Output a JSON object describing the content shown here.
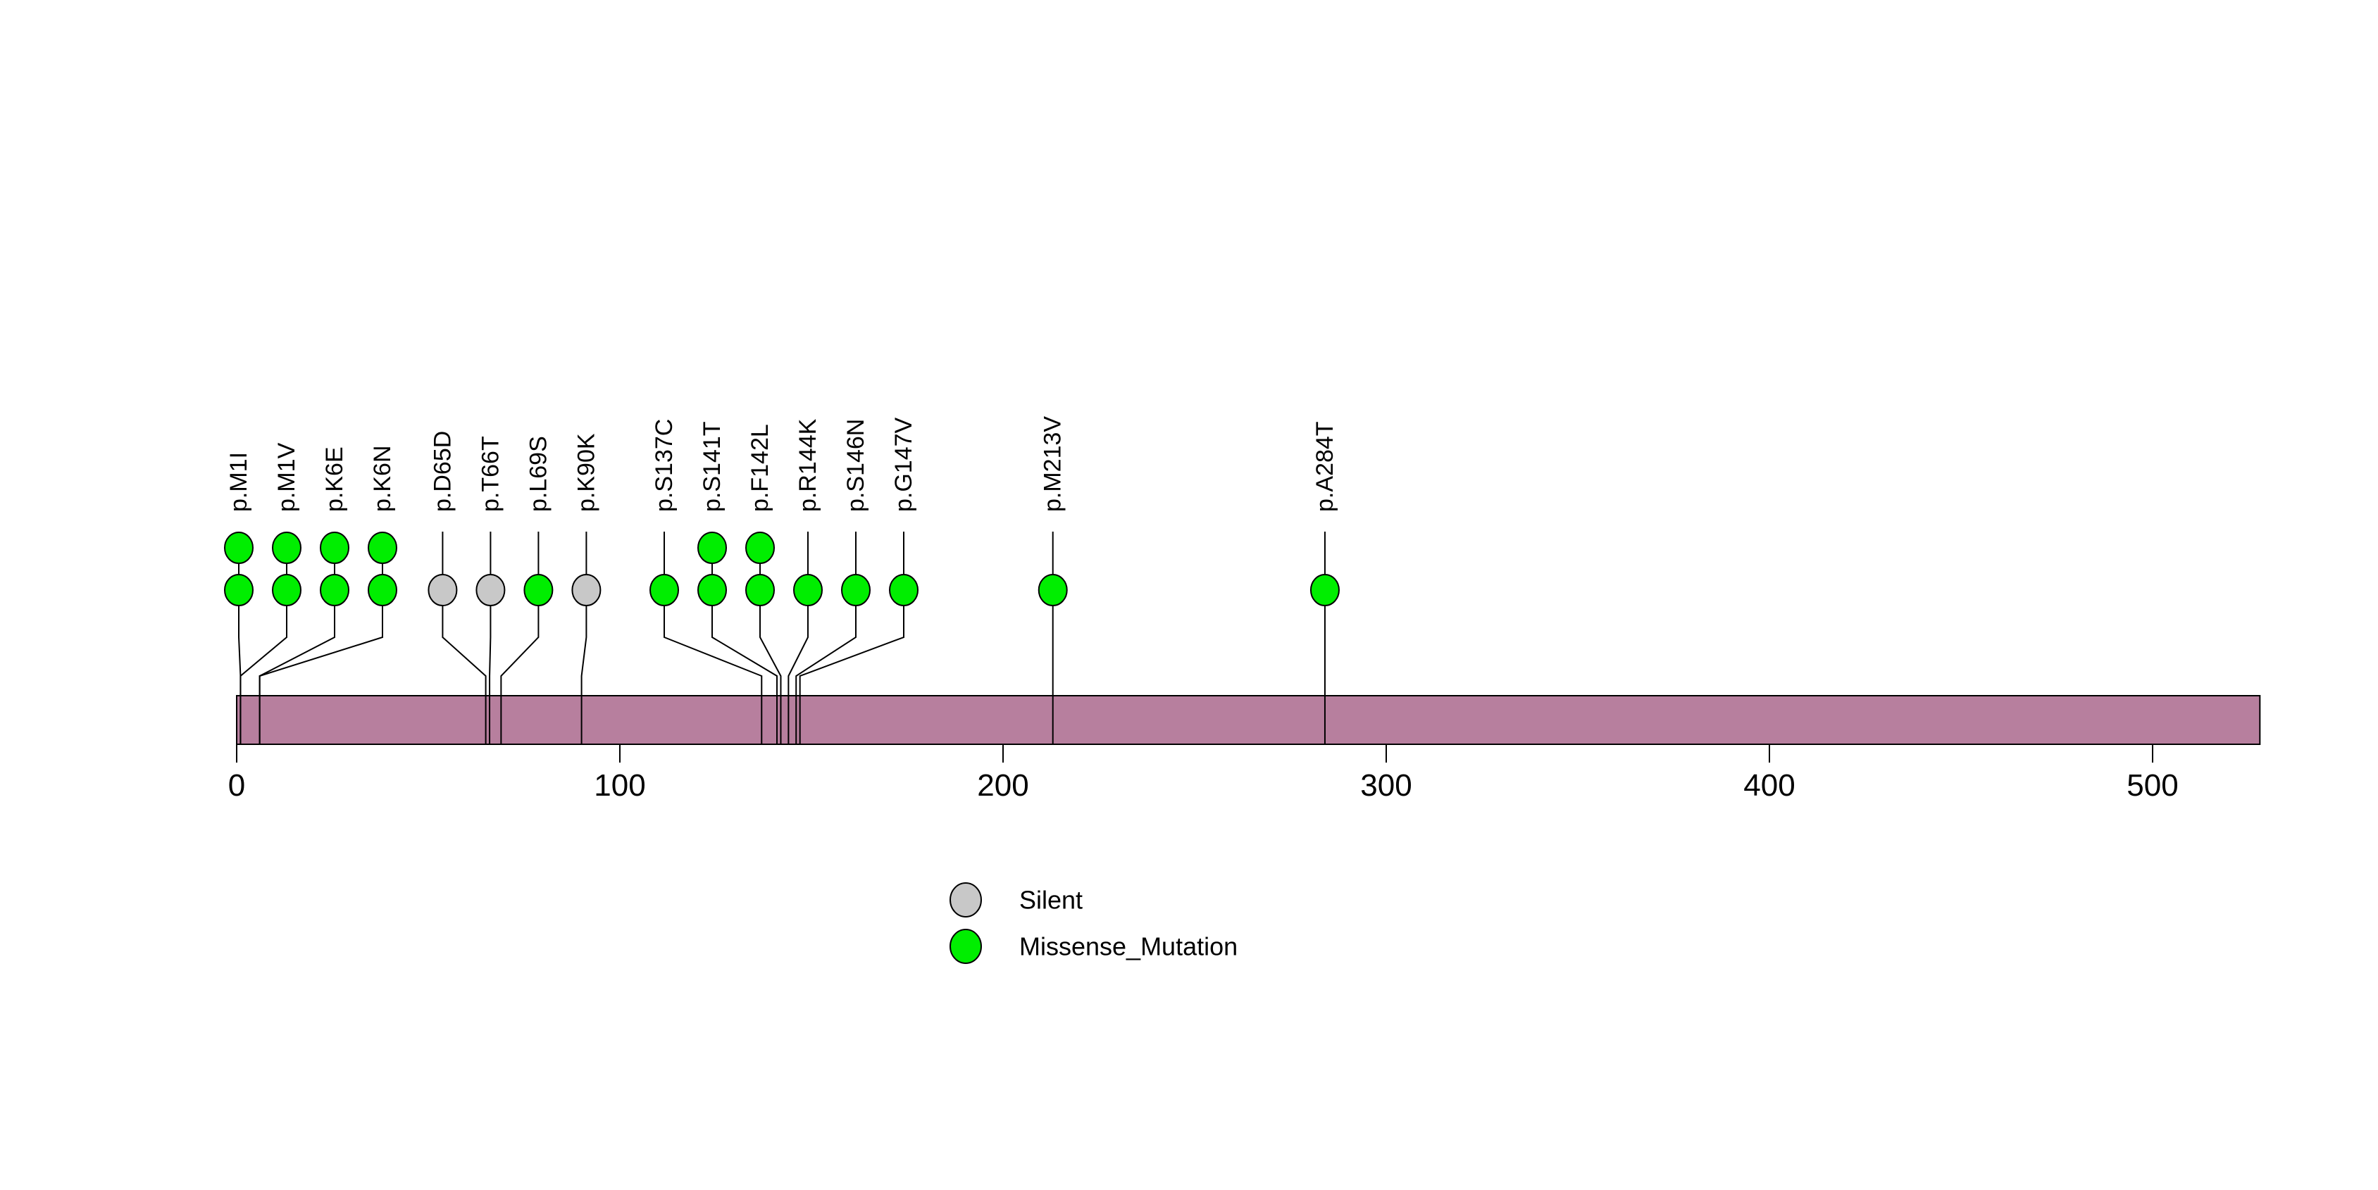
{
  "chart_data": {
    "type": "lollipop",
    "title": "",
    "xlabel": "",
    "ylabel": "",
    "protein_length": 528,
    "xlim": [
      0,
      528
    ],
    "x_ticks": [
      0,
      100,
      200,
      300,
      400,
      500
    ],
    "grid": false,
    "legend_position": "bottom-center",
    "mutations": [
      {
        "label": "p.M1I",
        "position": 1,
        "count": 2,
        "mutation_class": "Missense_Mutation"
      },
      {
        "label": "p.M1V",
        "position": 1,
        "count": 2,
        "mutation_class": "Missense_Mutation"
      },
      {
        "label": "p.K6E",
        "position": 6,
        "count": 2,
        "mutation_class": "Missense_Mutation"
      },
      {
        "label": "p.K6N",
        "position": 6,
        "count": 2,
        "mutation_class": "Missense_Mutation"
      },
      {
        "label": "p.D65D",
        "position": 65,
        "count": 1,
        "mutation_class": "Silent"
      },
      {
        "label": "p.T66T",
        "position": 66,
        "count": 1,
        "mutation_class": "Silent"
      },
      {
        "label": "p.L69S",
        "position": 69,
        "count": 1,
        "mutation_class": "Missense_Mutation"
      },
      {
        "label": "p.K90K",
        "position": 90,
        "count": 1,
        "mutation_class": "Silent"
      },
      {
        "label": "p.S137C",
        "position": 137,
        "count": 1,
        "mutation_class": "Missense_Mutation"
      },
      {
        "label": "p.S141T",
        "position": 141,
        "count": 2,
        "mutation_class": "Missense_Mutation"
      },
      {
        "label": "p.F142L",
        "position": 142,
        "count": 2,
        "mutation_class": "Missense_Mutation"
      },
      {
        "label": "p.R144K",
        "position": 144,
        "count": 1,
        "mutation_class": "Missense_Mutation"
      },
      {
        "label": "p.S146N",
        "position": 146,
        "count": 1,
        "mutation_class": "Missense_Mutation"
      },
      {
        "label": "p.G147V",
        "position": 147,
        "count": 1,
        "mutation_class": "Missense_Mutation"
      },
      {
        "label": "p.M213V",
        "position": 213,
        "count": 1,
        "mutation_class": "Missense_Mutation"
      },
      {
        "label": "p.A284T",
        "position": 284,
        "count": 1,
        "mutation_class": "Missense_Mutation"
      }
    ],
    "legend": {
      "items": [
        {
          "label": "Silent",
          "color": "#C8C8C8"
        },
        {
          "label": "Missense_Mutation",
          "color": "#00EE00"
        }
      ]
    },
    "colors": {
      "Silent": "#C8C8C8",
      "Missense_Mutation": "#00EE00",
      "protein_bar": "#B77F9E",
      "outline": "#000000"
    }
  }
}
